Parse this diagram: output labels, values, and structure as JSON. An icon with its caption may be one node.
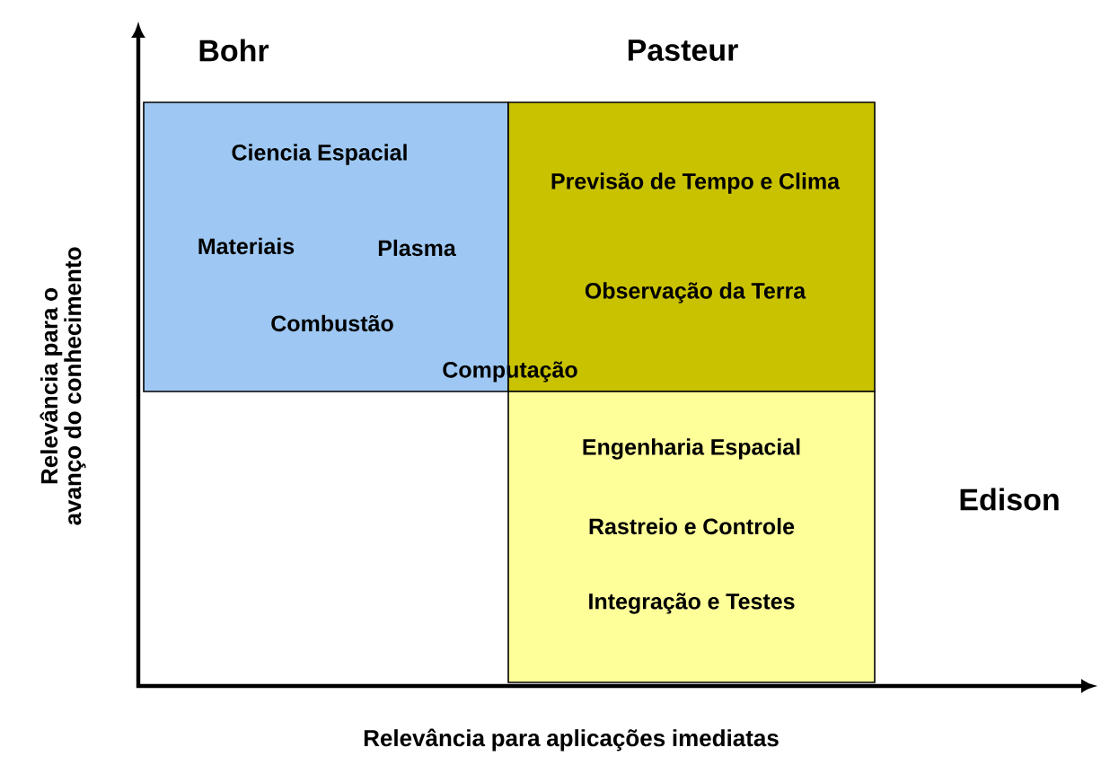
{
  "diagram": {
    "nodes": [
      {
        "text": [
          "Bohr",
          "Ciencia Espacial",
          "Materiais",
          "Plasma",
          "Combustão"
        ]
      },
      {
        "text": [
          "Pasteur",
          "Previsão de Tempo e Clima",
          "Observação da Terra"
        ]
      },
      {
        "text": [
          "Engenharia Espacial",
          "Rastreio e Controle",
          "Integração e Testes"
        ],
        "beside": [
          "Edison"
        ]
      }
    ],
    "labels": [
      "Computação",
      "Relevância para o avanço do conhecimento",
      "Relevância para aplicações imediatas"
    ]
  }
}
